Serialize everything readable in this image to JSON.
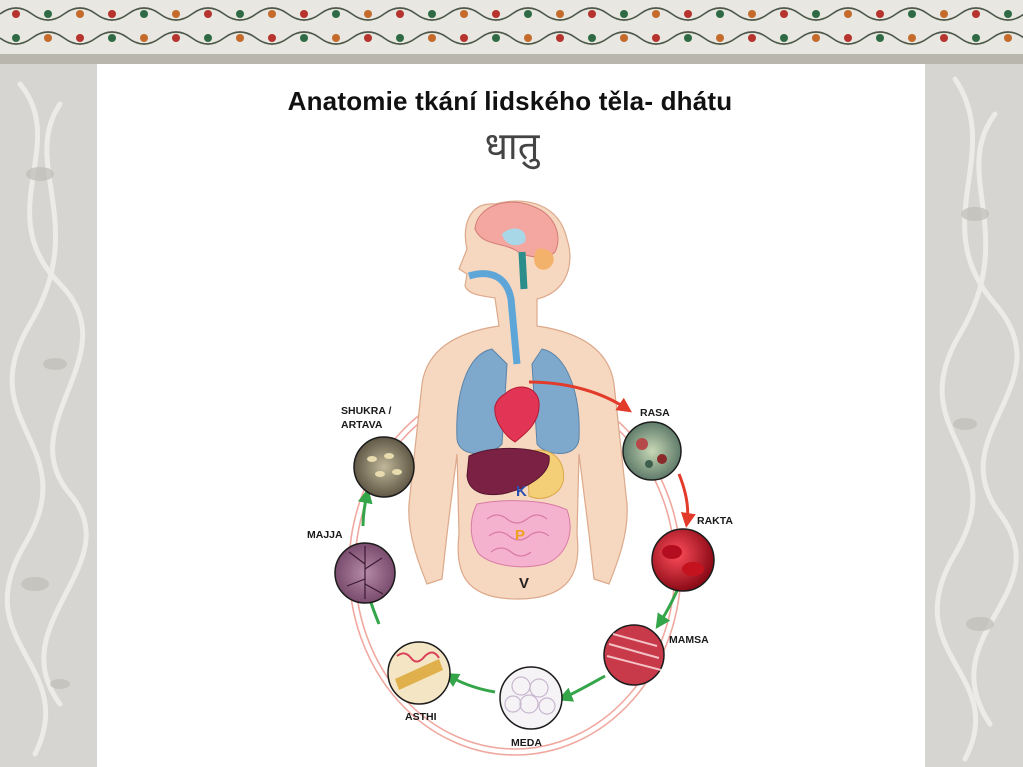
{
  "slide": {
    "title": "Anatomie tkání lidského těla- dhátu",
    "sanskrit": "धातु"
  },
  "diagram": {
    "tissues": [
      {
        "label": "RASA"
      },
      {
        "label": "RAKTA"
      },
      {
        "label": "MAMSA"
      },
      {
        "label": "MEDA"
      },
      {
        "label": "ASTHI"
      },
      {
        "label": "MAJJA"
      },
      {
        "label_line1": "SHUKRA /",
        "label_line2": "ARTAVA"
      }
    ],
    "organ_letters": {
      "k": "K",
      "p": "P",
      "v": "V"
    },
    "colors": {
      "skin": "#f6d7bf",
      "cycle_arrows_red": "#e23b2a",
      "cycle_arrows_green": "#35a54a",
      "circle_lines": "#f0a9a0"
    }
  }
}
